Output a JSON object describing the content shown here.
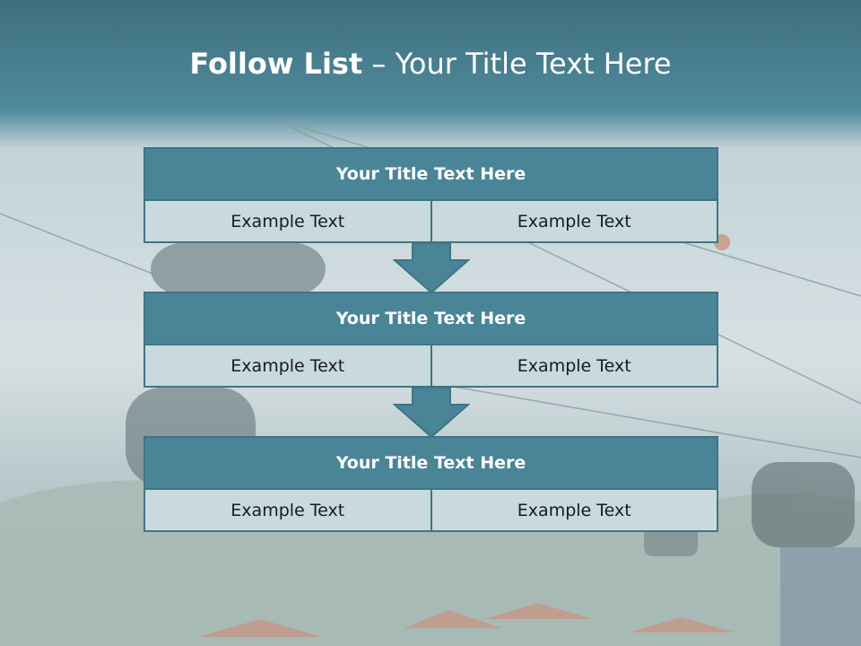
{
  "slide": {
    "title_bold": "Follow List",
    "title_rest": " – Your Title Text Here"
  },
  "blocks": [
    {
      "title": "Your Title Text Here",
      "left": "Example Text",
      "right": "Example Text"
    },
    {
      "title": "Your Title Text Here",
      "left": "Example Text",
      "right": "Example Text"
    },
    {
      "title": "Your Title Text Here",
      "left": "Example Text",
      "right": "Example Text"
    }
  ],
  "colors": {
    "header_band": "#4a8597",
    "cell_fill": "#c9d9de",
    "border": "#3f7585",
    "title_text": "#ffffff"
  }
}
